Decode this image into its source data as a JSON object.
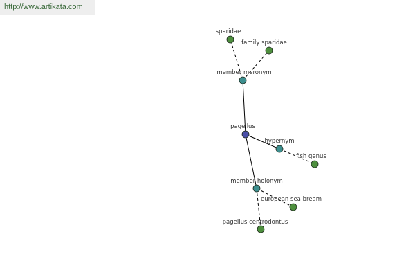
{
  "header": {
    "url": "http://www.artikata.com"
  },
  "colors": {
    "center": "#4a4fa8",
    "relation": "#3d8f8f",
    "leaf": "#4e8f3e",
    "stroke": "#1e2a1e",
    "edge": "#000000"
  },
  "graph": {
    "nodes": [
      {
        "id": "sparidae",
        "label": "sparidae",
        "kind": "leaf"
      },
      {
        "id": "family_sparidae",
        "label": "family sparidae",
        "kind": "leaf"
      },
      {
        "id": "member_meronym",
        "label": "member meronym",
        "kind": "relation"
      },
      {
        "id": "pagellus",
        "label": "pagellus",
        "kind": "center"
      },
      {
        "id": "hypernym",
        "label": "hypernym",
        "kind": "relation"
      },
      {
        "id": "fish_genus",
        "label": "fish genus",
        "kind": "leaf"
      },
      {
        "id": "member_holonym",
        "label": "member holonym",
        "kind": "relation"
      },
      {
        "id": "european_sea_bream",
        "label": "european sea bream",
        "kind": "leaf"
      },
      {
        "id": "pagellus_centrodontus",
        "label": "pagellus centrodontus",
        "kind": "leaf"
      }
    ],
    "edges": [
      {
        "from": "pagellus",
        "to": "member_meronym",
        "style": "solid"
      },
      {
        "from": "pagellus",
        "to": "hypernym",
        "style": "solid"
      },
      {
        "from": "pagellus",
        "to": "member_holonym",
        "style": "solid"
      },
      {
        "from": "member_meronym",
        "to": "sparidae",
        "style": "dashed"
      },
      {
        "from": "member_meronym",
        "to": "family_sparidae",
        "style": "dashed"
      },
      {
        "from": "hypernym",
        "to": "fish_genus",
        "style": "dashed"
      },
      {
        "from": "member_holonym",
        "to": "european_sea_bream",
        "style": "dashed"
      },
      {
        "from": "member_holonym",
        "to": "pagellus_centrodontus",
        "style": "dashed"
      }
    ]
  }
}
